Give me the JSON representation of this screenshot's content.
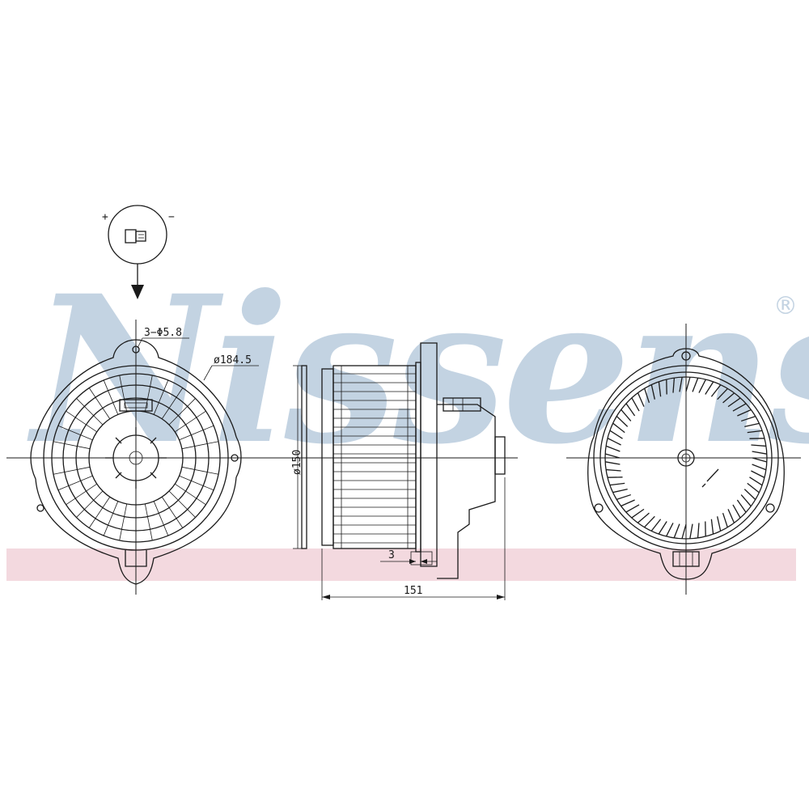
{
  "brand": {
    "watermark": "Nissens",
    "registered": "®",
    "watermark_color": "#c3d3e2",
    "band_color": "#f3d9df"
  },
  "connector": {
    "plus": "+",
    "minus": "−"
  },
  "dimensions": {
    "holes": "3−Φ5.8",
    "diameter_outer": "ø184.5",
    "diameter_fan": "ø150",
    "flange_offset": "3",
    "total_length": "151"
  },
  "icons": {
    "connector": "connector-plug-icon",
    "arrow": "arrow-down-icon"
  }
}
